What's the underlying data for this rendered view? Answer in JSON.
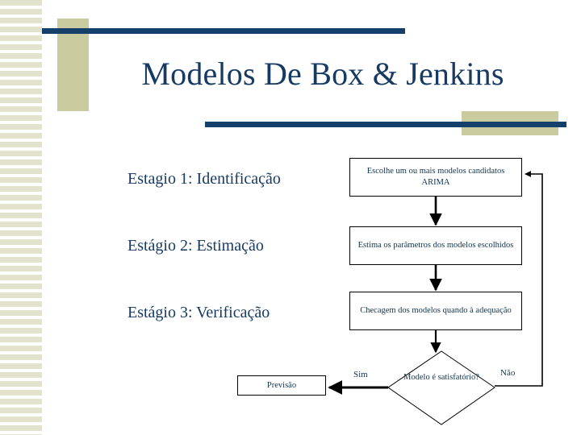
{
  "slide": {
    "title": "Modelos De Box & Jenkins",
    "colors": {
      "navy": "#15406b",
      "title_navy": "#173a63",
      "khaki": "#cacb9e",
      "stripe": "#e2e2cd",
      "stroke": "#000000",
      "background": "#ffffff"
    }
  },
  "stages": [
    {
      "label": "Estagio 1: Identificação"
    },
    {
      "label": "Estágio 2: Estimação"
    },
    {
      "label": "Estágio 3: Verificação"
    }
  ],
  "flowchart": {
    "nodes": [
      {
        "id": "identify",
        "shape": "rectangle",
        "text": "Escolhe um ou mais modelos candidatos ARIMA"
      },
      {
        "id": "estimate",
        "shape": "rectangle",
        "text": "Estima os parâmetros dos modelos escolhidos"
      },
      {
        "id": "check",
        "shape": "rectangle",
        "text": "Checagem dos modelos quando à adequação"
      },
      {
        "id": "decision",
        "shape": "diamond",
        "text": "Modelo é satisfatório?"
      },
      {
        "id": "forecast",
        "shape": "rectangle",
        "text": "Previsão"
      }
    ],
    "edge_labels": {
      "yes": "Sim",
      "no": "Não"
    }
  }
}
